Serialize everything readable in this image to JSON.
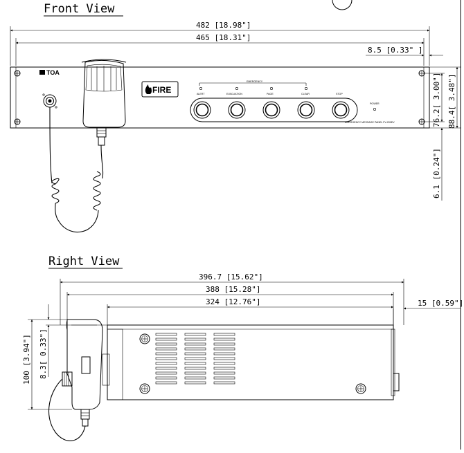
{
  "front_view": {
    "heading": "Front View",
    "dimensions": {
      "overall_width": "482 [18.98\"]",
      "rack_width": "465 [18.31\"]",
      "ear_offset": "8.5 [0.33\" ]",
      "panel_height": "88.4[ 3.48\"]",
      "hole_spacing": "76.2[ 3.00\"]",
      "hole_offset": "6.1 [0.24\"]"
    },
    "panel": {
      "brand": "TOA",
      "fire_label": "FIRE",
      "emergency_label": "EMERGENCY",
      "button_labels": [
        "ALERT",
        "EVACUATION",
        "PAGE",
        "CLEAR",
        "STOP"
      ],
      "power_label": "POWER",
      "model_label": "EMERGENCY MESSAGE PANEL FV-200EV"
    }
  },
  "right_view": {
    "heading": "Right View",
    "dimensions": {
      "overall_depth": "396.7 [15.62\"]",
      "depth_388": "388 [15.28\"]",
      "body_depth": "324 [12.76\"]",
      "rear_protrusion": "15 [0.59\"]",
      "overall_height": "100 [3.94\"]",
      "top_offset": "8.3[ 0.33\"]"
    }
  }
}
